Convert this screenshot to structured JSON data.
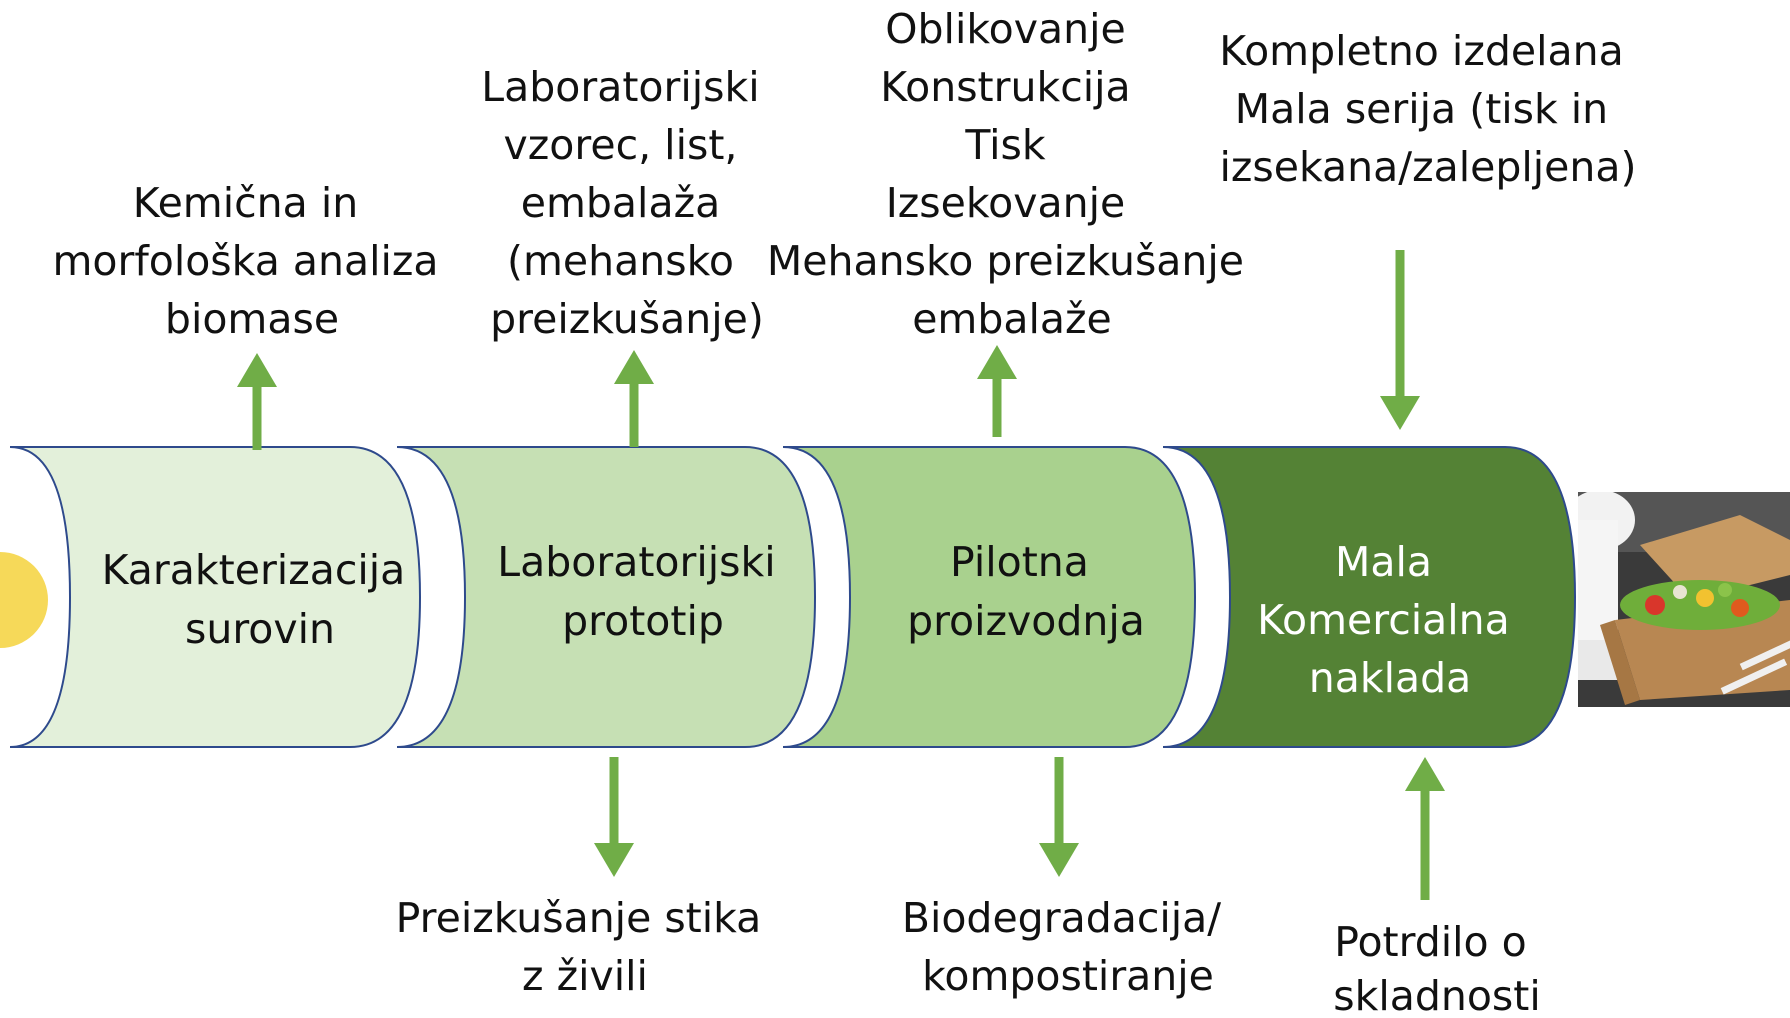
{
  "colors": {
    "stage_fills": [
      "#e3f0da",
      "#c6e0b4",
      "#a9d18e",
      "#548235"
    ],
    "stage_stroke": "#2e4a8c",
    "stage_text": [
      "#111111",
      "#111111",
      "#111111",
      "#ffffff"
    ],
    "arrow": "#70ad47",
    "yellow_circle": "#f5d547"
  },
  "stages": [
    {
      "lines": [
        "Karakterizacija",
        "surovin"
      ]
    },
    {
      "lines": [
        "Laboratorijski",
        "prototip"
      ]
    },
    {
      "lines": [
        "Pilotna",
        "proizvodnja"
      ]
    },
    {
      "lines": [
        "Mala",
        "Komercialna",
        "naklada"
      ]
    }
  ],
  "top_labels": [
    {
      "lines": [
        "Kemična in",
        "morfološka analiza",
        "biomase"
      ],
      "arrow": "up"
    },
    {
      "lines": [
        "Laboratorijski",
        "vzorec, list,",
        "embalaža",
        "(mehansko",
        "preizkušanje)"
      ],
      "arrow": "up"
    },
    {
      "lines": [
        "Oblikovanje",
        "Konstrukcija",
        "Tisk",
        "Izsekovanje",
        "Mehansko preizkušanje",
        "embalaže"
      ],
      "arrow": "up"
    },
    {
      "lines": [
        "Kompletno izdelana",
        "Mala serija (tisk in",
        "izsekana/zalepljena)"
      ],
      "arrow": "down"
    }
  ],
  "bottom_labels": [
    {
      "lines": [
        "Preizkušanje stika",
        "z živili"
      ],
      "arrow": "down"
    },
    {
      "lines": [
        "Biodegradacija/",
        "kompostiranje"
      ],
      "arrow": "down"
    },
    {
      "lines": [
        "Potrdilo o",
        "skladnosti"
      ],
      "arrow": "up"
    }
  ],
  "photo": {
    "icon": "food-box-photo"
  }
}
